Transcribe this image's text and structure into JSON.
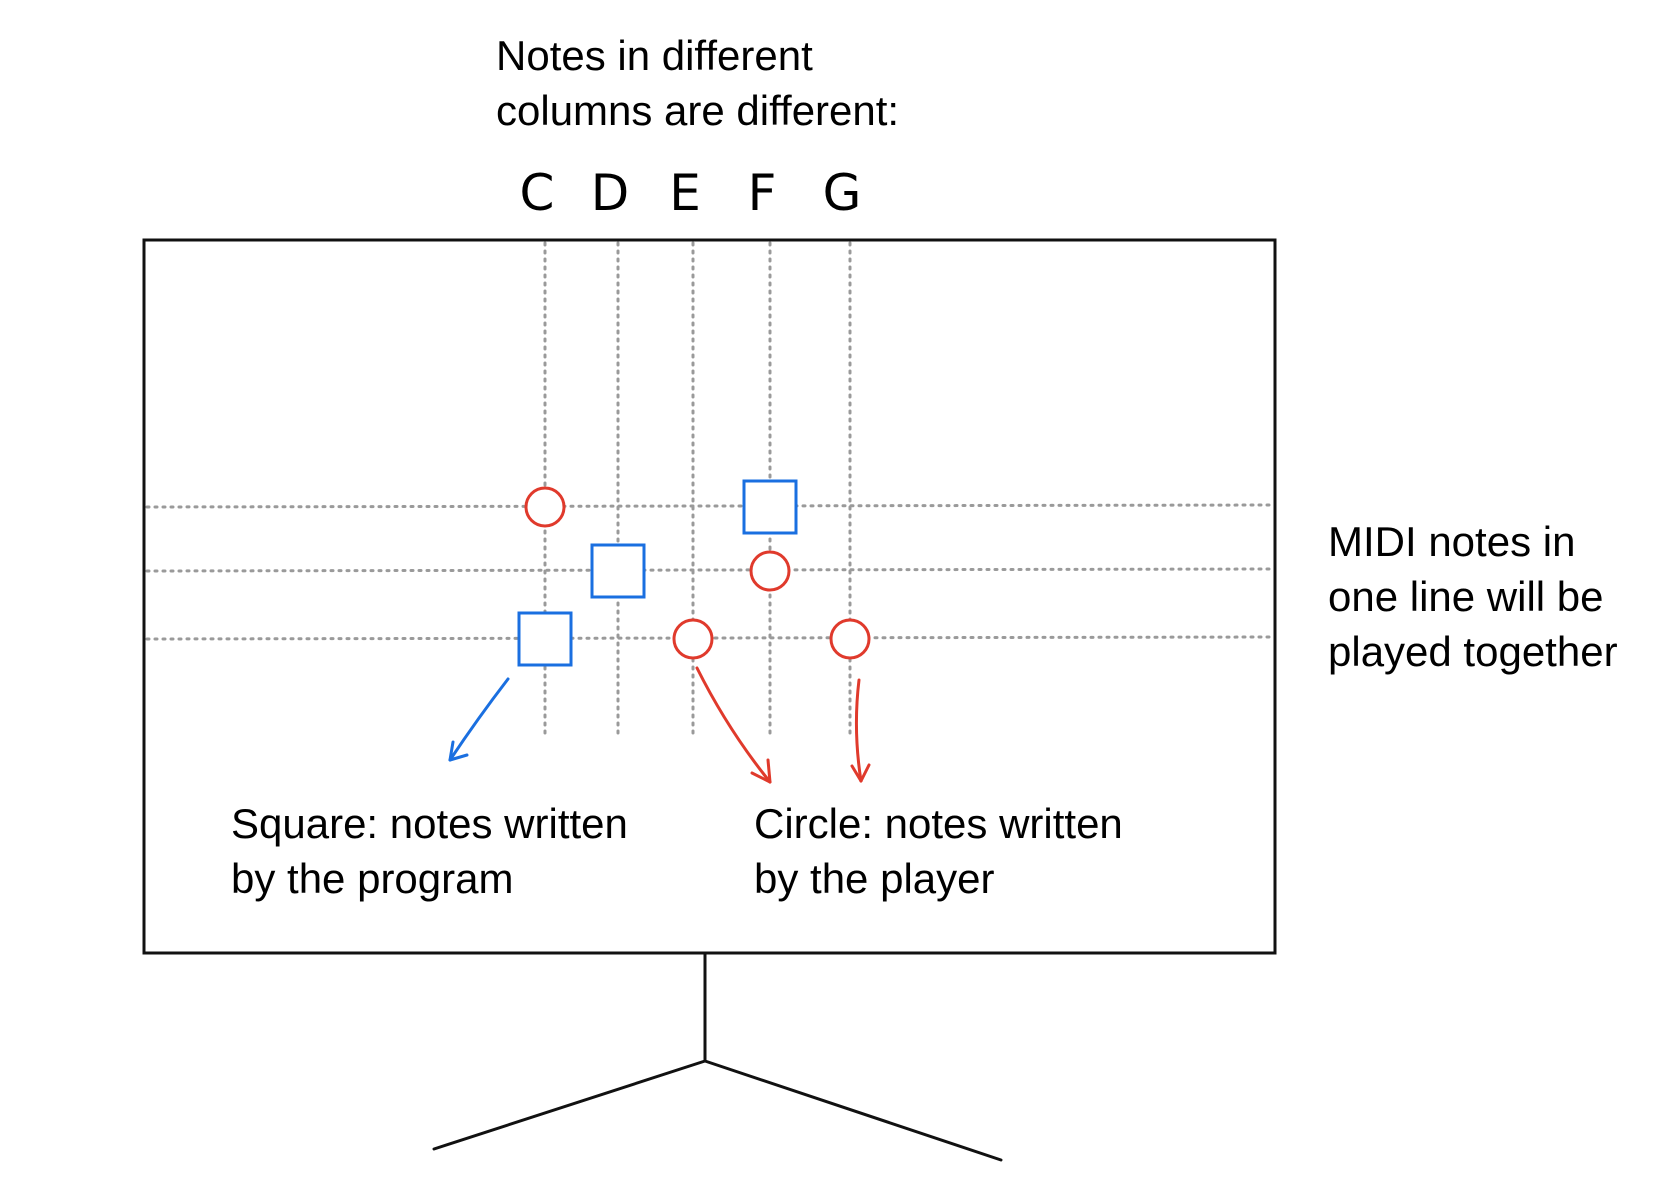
{
  "captions": {
    "columns_note": [
      "Notes in different",
      "columns are different:"
    ],
    "rows_note": [
      "MIDI notes in",
      "one line will be",
      "played together"
    ],
    "square_legend": [
      "Square: notes written",
      "by the program"
    ],
    "circle_legend": [
      "Circle: notes written",
      "by the player"
    ]
  },
  "columns": [
    "C",
    "D",
    "E",
    "F",
    "G"
  ],
  "notes": {
    "squares": [
      {
        "column": "C",
        "line": 3
      },
      {
        "column": "D",
        "line": 2
      },
      {
        "column": "F",
        "line": 1
      }
    ],
    "circles": [
      {
        "column": "C",
        "line": 1
      },
      {
        "column": "F",
        "line": 2
      },
      {
        "column": "E",
        "line": 3
      },
      {
        "column": "G",
        "line": 3
      }
    ]
  },
  "colors": {
    "square": "#1a6fe0",
    "circle": "#e03a2c",
    "grid": "#9a9a9a",
    "outline": "#111111"
  }
}
